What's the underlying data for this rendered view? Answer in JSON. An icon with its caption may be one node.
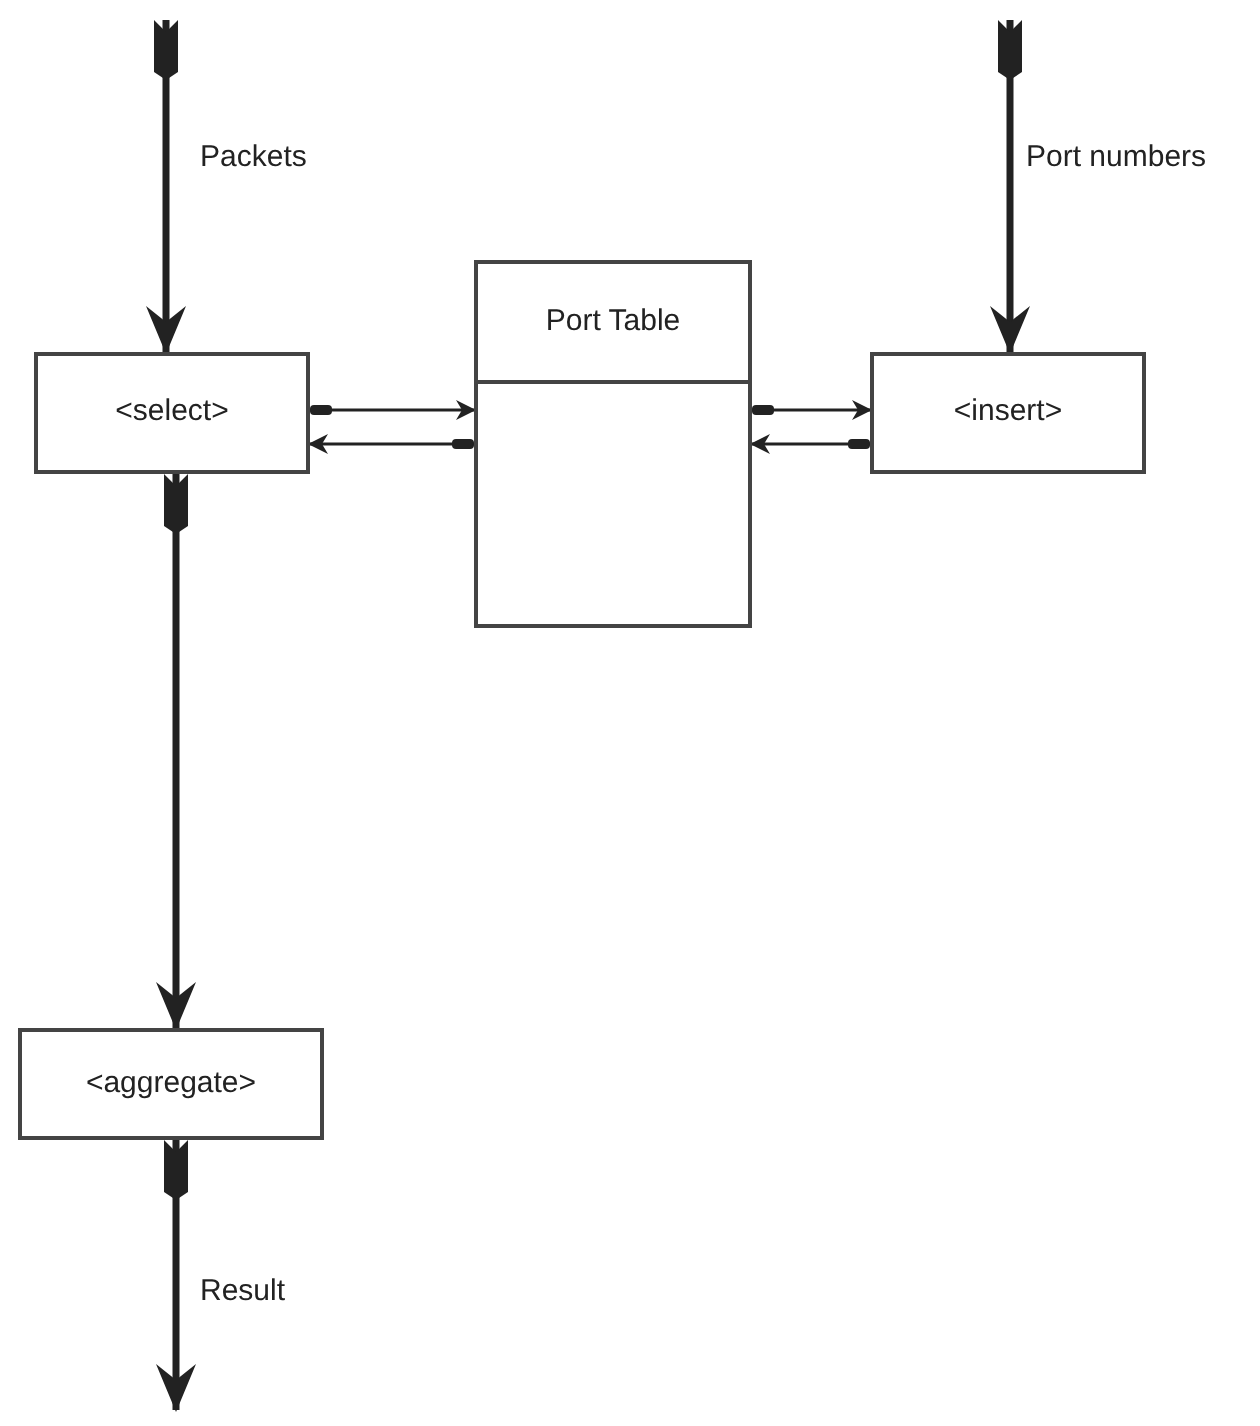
{
  "diagram": {
    "nodes": [
      {
        "text": [
          "<select>"
        ]
      },
      {
        "text": [
          "Port Table"
        ]
      },
      {
        "text": [
          "<insert>"
        ]
      },
      {
        "text": [
          "<aggregate>"
        ]
      }
    ],
    "edges": [
      {
        "from": null,
        "to": 0,
        "arrow": "to",
        "label": "Packets",
        "style": "thick"
      },
      {
        "from": null,
        "to": 2,
        "arrow": "to",
        "label": "Port numbers",
        "style": "thick"
      },
      {
        "from": 0,
        "to": 1,
        "arrow": "to"
      },
      {
        "from": 1,
        "to": 0,
        "arrow": "to"
      },
      {
        "from": 1,
        "to": 2,
        "arrow": "to"
      },
      {
        "from": 2,
        "to": 1,
        "arrow": "to"
      },
      {
        "from": 0,
        "to": 3,
        "arrow": "to",
        "style": "thick"
      },
      {
        "from": 3,
        "to": null,
        "arrow": "to",
        "label": "Result",
        "style": "thick"
      }
    ]
  }
}
